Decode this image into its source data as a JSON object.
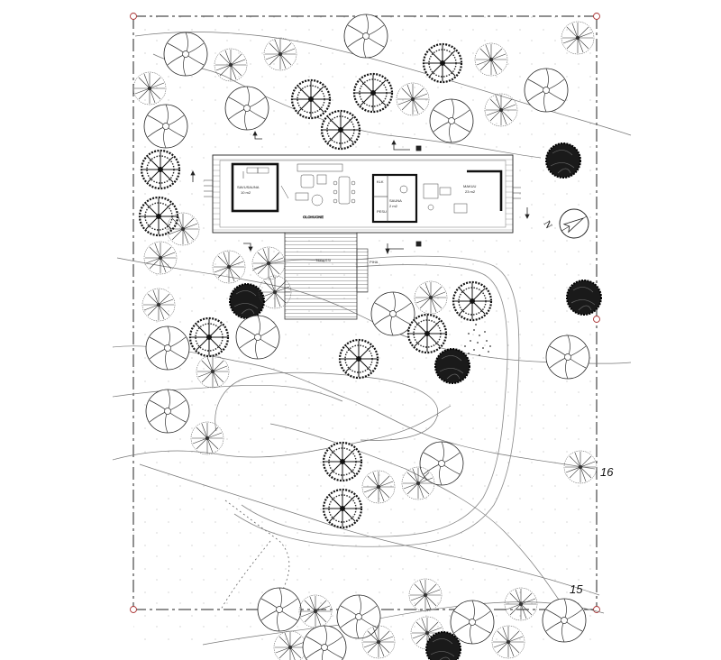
{
  "plan": {
    "contour_labels": [
      "16",
      "15"
    ],
    "rooms": {
      "sauna": {
        "name": "SAVUSAUNA",
        "area": "10 m2"
      },
      "hall": {
        "name": "SAUNA",
        "area": "2 m2"
      },
      "wash": {
        "name": "PESU",
        "area": ""
      },
      "closet": {
        "name": "KLK",
        "area": ""
      },
      "living": {
        "name": "OLOHUONE",
        "area": ""
      },
      "bedroom": {
        "name": "MAKUU",
        "area": "23 m2"
      }
    },
    "annotations": {
      "terrace": "TERASSI",
      "entry": "PIHA"
    }
  }
}
